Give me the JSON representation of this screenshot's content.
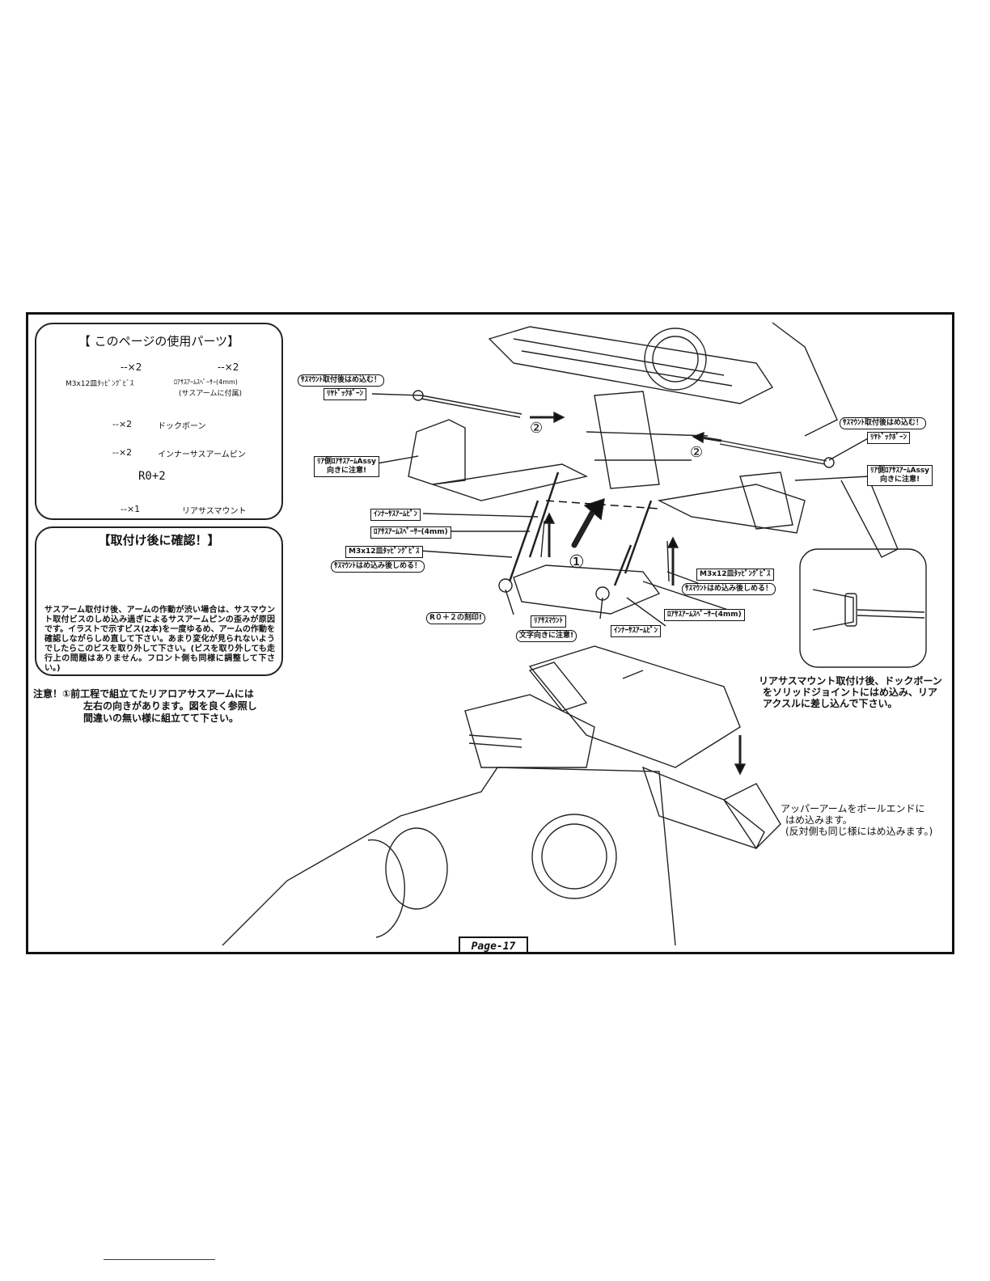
{
  "parts_panel": {
    "title": "【 このページの使用パーツ】",
    "screw_qty": "--×2",
    "screw_label": "M3x12皿ﾀｯﾋﾟﾝｸﾞﾋﾞｽ",
    "spacer_qty": "--×2",
    "spacer_label": "ﾛｱｻｽｱｰﾑｽﾍﾟｰｻｰ(4mm)",
    "spacer_note": "(サスアームに付属)",
    "dogbone_qty": "--×2",
    "dogbone_label": "ドックボーン",
    "pin_qty": "--×2",
    "pin_label": "インナーサスアームピン",
    "mount_marking": "R0+2",
    "mount_qty": "--×1",
    "mount_label": "リアサスマウント"
  },
  "check_panel": {
    "title": "【取付け後に確認！】",
    "text": "サスアーム取付け後、アームの作動が渋い場合は、サスマウント取付ビスのしめ込み過ぎによるサスアームピンの歪みが原因です。イラストで示すビス(2本)を一度ゆるめ、アームの作動を確認しながらしめ直して下さい。あまり変化が見られないようでしたらこのビスを取り外して下さい。(ビスを取り外しても走行上の問題はありません。フロント側も同様に調整して下さい。)"
  },
  "caution": {
    "line1": "注意！①前工程で組立てたリアロアサスアームには",
    "line2": "左右の向きがあります。図を良く参照し",
    "line3": "間違いの無い様に組立てて下さい。"
  },
  "callouts": {
    "insert_after_mount_left": "ｻｽﾏｳﾝﾄ取付後はめ込む！",
    "rear_dogbone_left": "ﾘﾔﾄﾞｯｸﾎﾞｰﾝ",
    "rear_lower_arm_left": "ﾘｱ側ﾛｱｻｽｱｰﾑAssy",
    "orientation_left": "向きに注意!",
    "inner_pin_left": "ｲﾝﾅｰｻｽｱｰﾑﾋﾟﾝ",
    "spacer_left": "ﾛｱｻｽｱｰﾑｽﾍﾟｰｻｰ(4mm)",
    "screw_left": "M3x12皿ﾀｯﾋﾟﾝｸﾞﾋﾞｽ",
    "tighten_left": "ｻｽﾏｳﾝﾄはめ込み後しめる！",
    "marking": "R０＋２の刻印!",
    "rear_mount": "ﾘｱｻｽﾏｳﾝﾄ",
    "text_orientation": "文字向きに注意!",
    "inner_pin_right": "ｲﾝﾅｰｻｽｱｰﾑﾋﾟﾝ",
    "spacer_right": "ﾛｱｻｽｱｰﾑｽﾍﾟｰｻｰ(4mm)",
    "screw_right": "M3x12皿ﾀｯﾋﾟﾝｸﾞﾋﾞｽ",
    "tighten_right": "ｻｽﾏｳﾝﾄはめ込み後しめる！",
    "insert_after_mount_right": "ｻｽﾏｳﾝﾄ取付後はめ込む！",
    "rear_dogbone_right": "ﾘﾔﾄﾞｯｸﾎﾞｰﾝ",
    "rear_lower_arm_right": "ﾘｱ側ﾛｱｻｽｱｰﾑAssy",
    "orientation_right": "向きに注意!"
  },
  "step_numbers": {
    "one": "①",
    "two": "②"
  },
  "note_dogbone": {
    "line1": "リアサスマウント取付け後、ドックボーン",
    "line2": "をソリッドジョイントにはめ込み、リア",
    "line3": "アクスルに差し込んで下さい。"
  },
  "note_upper_arm": {
    "line1": "アッパーアームをボールエンドに",
    "line2": "はめ込みます。",
    "line3": "(反対側も同じ様にはめ込みます。)"
  },
  "page_label": "Page-17"
}
